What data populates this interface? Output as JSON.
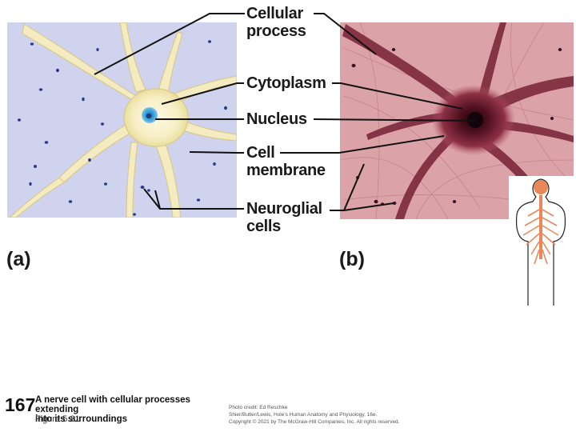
{
  "labels": {
    "cellular_process_1": "Cellular",
    "cellular_process_2": "process",
    "cytoplasm": "Cytoplasm",
    "nucleus": "Nucleus",
    "cell_membrane_1": "Cell",
    "cell_membrane_2": "membrane",
    "neuroglial_1": "Neuroglial",
    "neuroglial_2": "cells"
  },
  "panels": {
    "a": "(a)",
    "b": "(b)"
  },
  "footer": {
    "page_number": "167",
    "caption_line1": "A nerve cell with cellular processes extending",
    "caption_line2": "into its surroundings",
    "figure_number": "Figure 5.31",
    "credit_line1": "Photo credit: Ed Reschke",
    "credit_line2": "Shier/Butler/Lewis, Hole's Human Anatomy and Physiology, 16e.",
    "credit_line3": "Copyright © 2021 by The McGraw-Hill Companies, Inc. All rights reserved."
  },
  "colors": {
    "illustration_bg": "#cfd3ee",
    "neuron_fill": "#f4ecc0",
    "nucleus": "#45a8d8",
    "glial_dots": "#2a3a8a",
    "micrograph_bg": "#dba2a8",
    "stain_dark": "#5a1528"
  }
}
